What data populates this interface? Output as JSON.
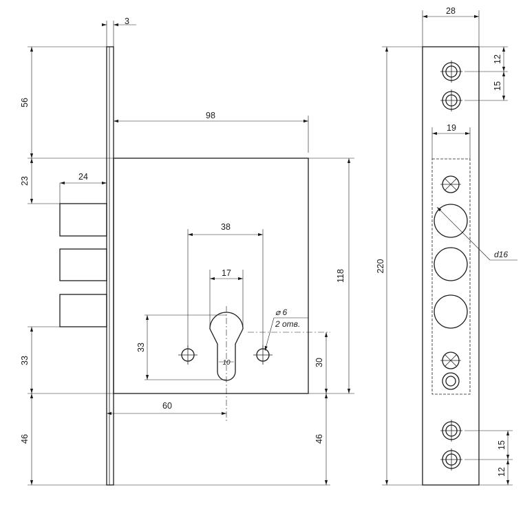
{
  "front_view": {
    "plate_thickness": "3",
    "top_offset": "56",
    "case_width": "98",
    "bolt_top_offset": "23",
    "bolt_projection": "24",
    "hole_spacing": "38",
    "cylinder_width": "17",
    "cylinder_height": "33",
    "hole_diameter": "⌀ 6",
    "hole_count": "2 отв.",
    "slot_width": "10",
    "case_height": "118",
    "lower_step": "33",
    "cylinder_bottom": "30",
    "backset": "60",
    "bottom_extension_left": "46",
    "bottom_extension_right": "46"
  },
  "side_view": {
    "plate_width": "28",
    "total_height": "220",
    "top_hole_offset": "12",
    "top_hole_spacing": "15",
    "cutout_width": "19",
    "bolt_diameter": "d16",
    "bottom_hole_spacing": "15",
    "bottom_hole_offset": "12"
  }
}
